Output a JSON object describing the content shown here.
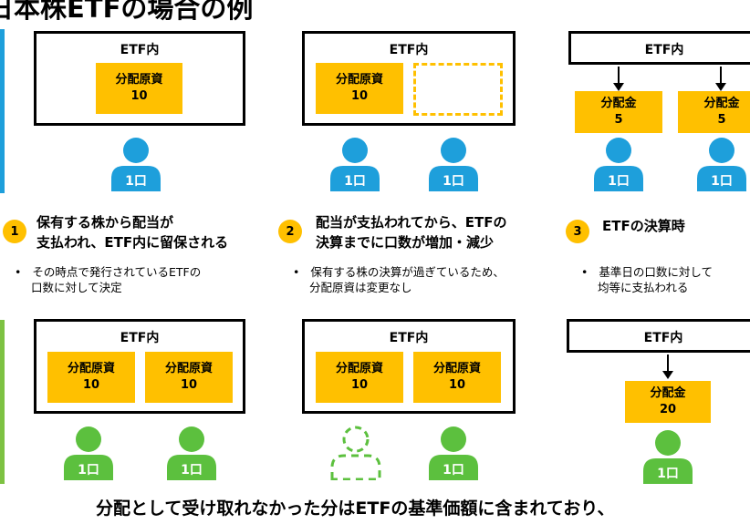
{
  "title": "日本株ETFの場合の例",
  "colors": {
    "gold": "#FFC000",
    "blue": "#1E9FDB",
    "green": "#5CC03E",
    "blue_bar": "#1E9FDB",
    "green_bar": "#7DC242"
  },
  "top_row": {
    "box1": {
      "label": "ETF内",
      "asset_label": "分配原資",
      "asset_value": "10"
    },
    "box2": {
      "label": "ETF内",
      "asset_label": "分配原資",
      "asset_value": "10"
    },
    "box3": {
      "label": "ETF内",
      "payout1_label": "分配金",
      "payout1_value": "5",
      "payout2_label": "分配金",
      "payout2_value": "5"
    },
    "unit_label": "1口"
  },
  "steps": [
    {
      "number": "1",
      "line1": "保有する株から配当が",
      "line2": "支払われ、ETF内に留保される",
      "bullet_line1": "その時点で発行されているETFの",
      "bullet_line2": "口数に対して決定"
    },
    {
      "number": "2",
      "line1": "配当が支払われてから、ETFの",
      "line2": "決算までに口数が増加・減少",
      "bullet_line1": "保有する株の決算が過ぎているため、",
      "bullet_line2": "分配原資は変更なし"
    },
    {
      "number": "3",
      "line1": "ETFの決算時",
      "line2": "",
      "bullet_line1": "基準日の口数に対して",
      "bullet_line2": "均等に支払われる"
    }
  ],
  "bullet_mark": "•",
  "bottom_row": {
    "box1": {
      "label": "ETF内",
      "asset1_label": "分配原資",
      "asset1_value": "10",
      "asset2_label": "分配原資",
      "asset2_value": "10"
    },
    "box2": {
      "label": "ETF内",
      "asset1_label": "分配原資",
      "asset1_value": "10",
      "asset2_label": "分配原資",
      "asset2_value": "10"
    },
    "box3": {
      "label": "ETF内",
      "payout_label": "分配金",
      "payout_value": "20"
    },
    "unit_label": "1口"
  },
  "bottom_text": "分配として受け取れなかった分はETFの基準価額に含まれており、"
}
